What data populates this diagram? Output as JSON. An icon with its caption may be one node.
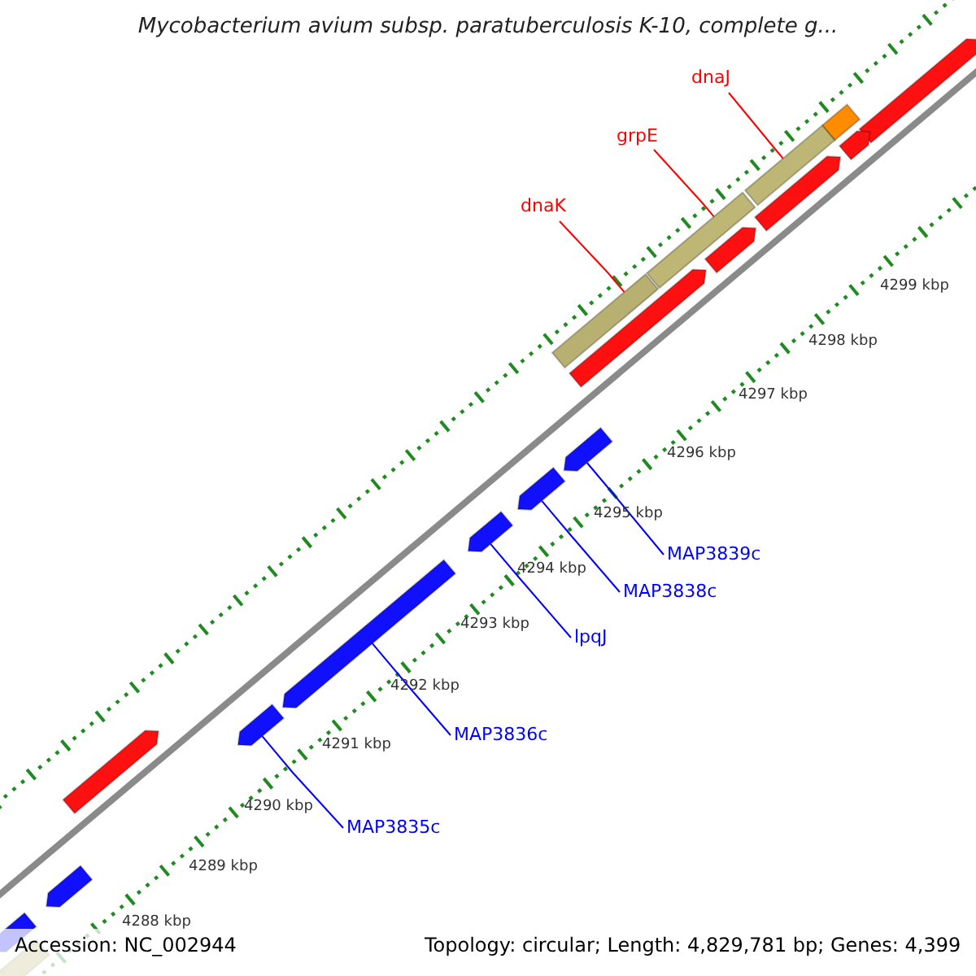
{
  "diagram": {
    "title": "Mycobacterium avium subsp. paratuberculosis K-10, complete g...",
    "nodes": [
      {
        "text": [
          "dnaJ"
        ]
      },
      {
        "text": [
          "grpE"
        ]
      },
      {
        "text": [
          "dnaK"
        ]
      },
      {
        "text": [
          "MAP3839c"
        ]
      },
      {
        "text": [
          "MAP3838c"
        ]
      },
      {
        "text": [
          "lpqJ"
        ]
      },
      {
        "text": [
          "MAP3836c"
        ]
      },
      {
        "text": [
          "MAP3835c"
        ]
      },
      {
        "text": [],
        "shape": "bar"
      },
      {
        "text": [],
        "shape": "bar"
      },
      {
        "text": [],
        "shape": "bar"
      },
      {
        "text": [],
        "shape": "bar"
      },
      {
        "text": [],
        "shape": "bar"
      },
      {
        "text": [],
        "shape": "bar"
      },
      {
        "text": [],
        "shape": "bar"
      },
      {
        "text": [],
        "shape": "bar"
      },
      {
        "text": [],
        "shape": "bar"
      },
      {
        "text": [],
        "shape": "bar"
      },
      {
        "text": [],
        "shape": "bar"
      },
      {
        "text": [],
        "shape": "bar"
      },
      {
        "text": [],
        "shape": "bar"
      },
      {
        "text": [],
        "shape": "bar"
      },
      {
        "text": [],
        "shape": "bar"
      },
      {
        "text": [],
        "shape": "bar"
      },
      {
        "text": [],
        "shape": "bar"
      },
      {
        "text": [],
        "shape": "bar"
      }
    ],
    "edges": [
      {
        "from": 0,
        "to": 11,
        "arrow": "none",
        "color": "#ff0000"
      },
      {
        "from": 1,
        "to": 13,
        "arrow": "none",
        "color": "#ff0000"
      },
      {
        "from": 2,
        "to": 15,
        "arrow": "none",
        "color": "#ff0000"
      },
      {
        "from": 3,
        "to": 17,
        "arrow": "none"
      },
      {
        "from": 4,
        "to": 18,
        "arrow": "none"
      },
      {
        "from": 5,
        "to": 19,
        "arrow": "none"
      },
      {
        "from": 6,
        "to": 20,
        "arrow": "none"
      },
      {
        "from": 7,
        "to": 21,
        "arrow": "none"
      }
    ],
    "labels": [
      "4299 kbp",
      "4298 kbp",
      "4297 kbp",
      "4296 kbp",
      "4295 kbp",
      "4294 kbp",
      "4293 kbp",
      "4292 kbp",
      "4291 kbp",
      "4290 kbp",
      "4289 kbp",
      "4288 kbp",
      "Accession: NC_002944",
      "Topology: circular; Length: 4,829,781 bp; Genes: 4,399"
    ]
  }
}
